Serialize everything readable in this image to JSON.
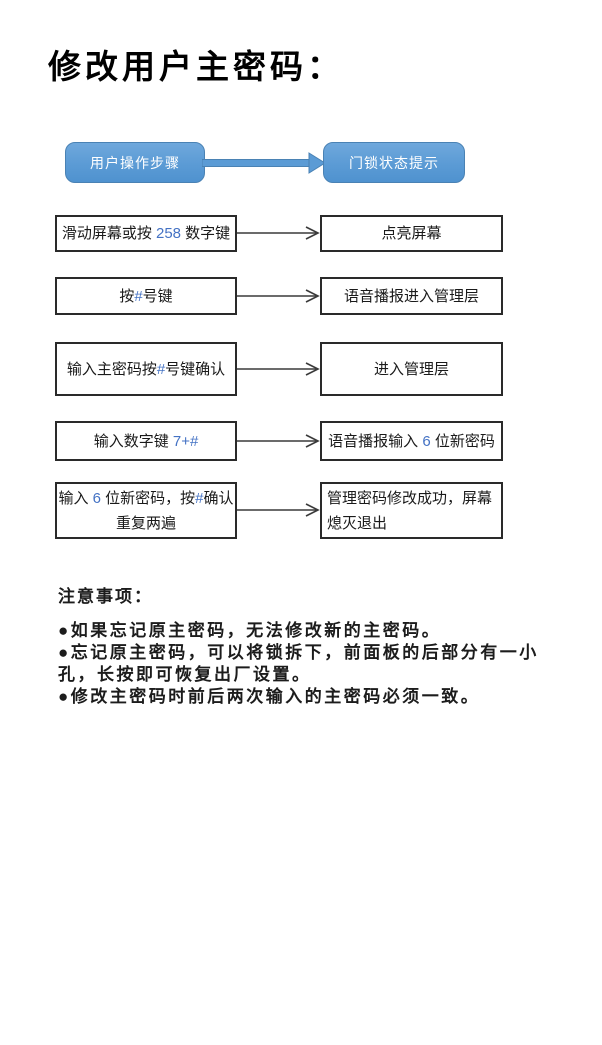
{
  "title": "修改用户主密码：",
  "accent_color": "#4472C4",
  "flow": {
    "header_left": "用户操作步骤",
    "header_right": "门锁状态提示",
    "rows": [
      {
        "left_lines": [
          [
            {
              "t": "滑动屏幕或按 "
            },
            {
              "t": "258",
              "c": "accent"
            },
            {
              "t": " 数字键"
            }
          ]
        ],
        "right_lines": [
          [
            {
              "t": "点亮屏幕"
            }
          ]
        ]
      },
      {
        "left_lines": [
          [
            {
              "t": "按"
            },
            {
              "t": "#",
              "c": "accent"
            },
            {
              "t": "号键"
            }
          ]
        ],
        "right_lines": [
          [
            {
              "t": "语音播报进入管理层"
            }
          ]
        ]
      },
      {
        "left_lines": [
          [
            {
              "t": "输入主密码按"
            },
            {
              "t": "#",
              "c": "accent"
            },
            {
              "t": "号键确认"
            }
          ]
        ],
        "right_lines": [
          [
            {
              "t": "进入管理层"
            }
          ]
        ]
      },
      {
        "left_lines": [
          [
            {
              "t": "输入数字键 "
            },
            {
              "t": "7+#",
              "c": "accent"
            }
          ]
        ],
        "right_lines": [
          [
            {
              "t": "语音播报输入 "
            },
            {
              "t": "6",
              "c": "accent"
            },
            {
              "t": " 位新密码"
            }
          ]
        ]
      },
      {
        "left_lines": [
          [
            {
              "t": "输入 "
            },
            {
              "t": "6",
              "c": "accent"
            },
            {
              "t": " 位新密码，按"
            },
            {
              "t": "#",
              "c": "accent"
            },
            {
              "t": "确认"
            }
          ],
          [
            {
              "t": "重复两遍"
            }
          ]
        ],
        "right_lines": [
          [
            {
              "t": "管理密码修改成功，屏幕"
            }
          ],
          [
            {
              "t": "熄灭退出"
            }
          ]
        ]
      }
    ]
  },
  "notes": {
    "heading": "注意事项：",
    "bullets": [
      "●如果忘记原主密码，无法修改新的主密码。",
      "●忘记原主密码，可以将锁拆下，前面板的后部分有一小孔，长按即可恢复出厂设置。",
      "●修改主密码时前后两次输入的主密码必须一致。"
    ]
  }
}
